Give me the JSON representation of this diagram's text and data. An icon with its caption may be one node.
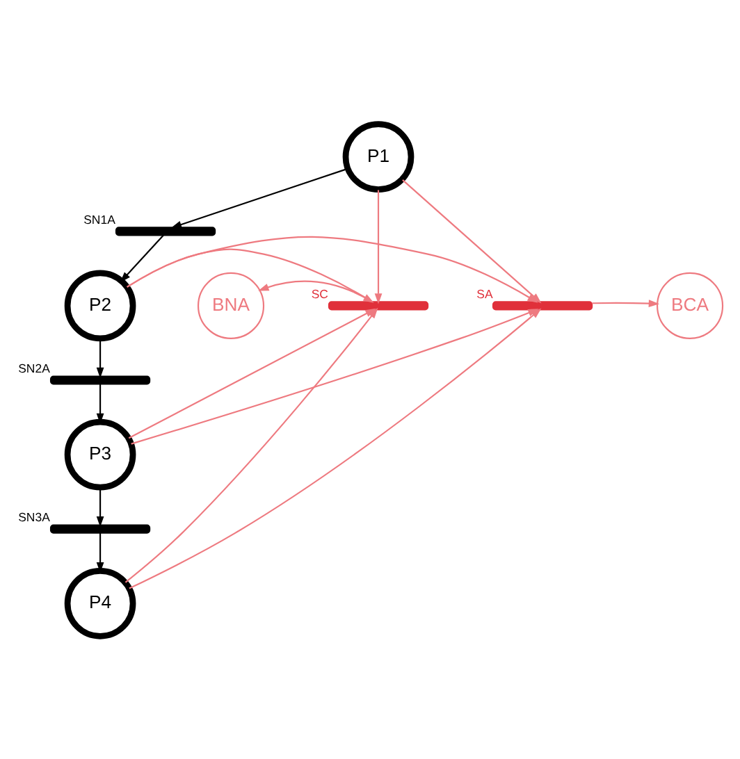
{
  "diagram": {
    "nodes": [
      {
        "text": [
          "P1"
        ]
      },
      {
        "text": [],
        "shape": "bar",
        "beside": [
          "SN1A"
        ]
      },
      {
        "text": [
          "P2"
        ]
      },
      {
        "text": [
          "BNA"
        ]
      },
      {
        "text": [],
        "shape": "bar",
        "beside": [
          "SC"
        ]
      },
      {
        "text": [],
        "shape": "bar",
        "beside": [
          "SA"
        ]
      },
      {
        "text": [
          "BCA"
        ]
      },
      {
        "text": [],
        "shape": "bar",
        "beside": [
          "SN2A"
        ]
      },
      {
        "text": [
          "P3"
        ]
      },
      {
        "text": [],
        "shape": "bar",
        "beside": [
          "SN3A"
        ]
      },
      {
        "text": [
          "P4"
        ]
      }
    ],
    "edges": [
      {
        "from": 0,
        "to": 1,
        "arrow": "to",
        "color": "#000000"
      },
      {
        "from": 1,
        "to": 2,
        "arrow": "to",
        "color": "#000000"
      },
      {
        "from": 2,
        "to": 7,
        "arrow": "to",
        "color": "#000000"
      },
      {
        "from": 7,
        "to": 8,
        "arrow": "to",
        "color": "#000000"
      },
      {
        "from": 8,
        "to": 9,
        "arrow": "to",
        "color": "#000000"
      },
      {
        "from": 9,
        "to": 10,
        "arrow": "to",
        "color": "#000000"
      },
      {
        "from": 0,
        "to": 4,
        "arrow": "to"
      },
      {
        "from": 0,
        "to": 5,
        "arrow": "to"
      },
      {
        "from": 2,
        "to": 4,
        "arrow": "to"
      },
      {
        "from": 2,
        "to": 5,
        "arrow": "to"
      },
      {
        "from": 8,
        "to": 4,
        "arrow": "to"
      },
      {
        "from": 8,
        "to": 5,
        "arrow": "to"
      },
      {
        "from": 10,
        "to": 4,
        "arrow": "to"
      },
      {
        "from": 10,
        "to": 5,
        "arrow": "to"
      },
      {
        "from": 4,
        "to": 3,
        "arrow": "to"
      },
      {
        "from": 5,
        "to": 6,
        "arrow": "to"
      }
    ]
  }
}
